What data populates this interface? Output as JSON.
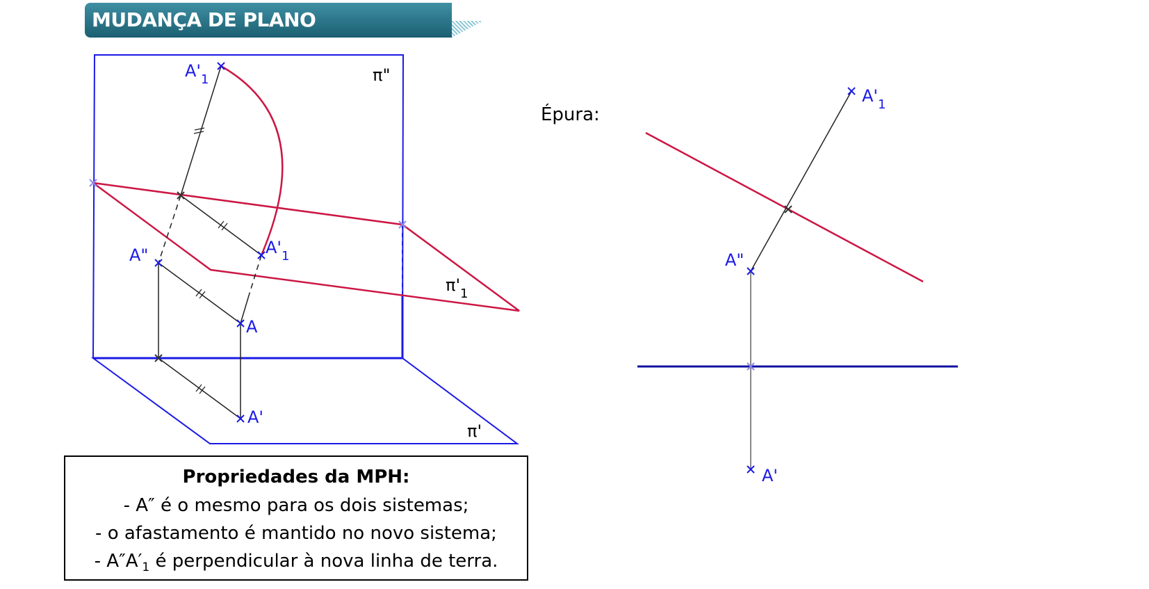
{
  "header": {
    "title": "MUDANÇA DE PLANO HORIZONTAL"
  },
  "diagram": {
    "labels": {
      "pi_vertical": "π\"",
      "pi_horizontal": "π'",
      "pi_new_main": "π'",
      "pi_new_sub": "1",
      "point_A": "A",
      "point_A_vert": "A\"",
      "point_A_horiz": "A'",
      "point_A1_top_main": "A'",
      "point_A1_top_sub": "1",
      "point_A1_mid_main": "A'",
      "point_A1_mid_sub": "1"
    }
  },
  "epura": {
    "label": "Épura:",
    "labels": {
      "point_A1_main": "A'",
      "point_A1_sub": "1",
      "point_A_vert": "A\"",
      "point_A_horiz": "A'"
    }
  },
  "properties": {
    "heading": "Propriedades da MPH:",
    "line1": "- A″ é o mesmo para os dois sistemas;",
    "line2": "- o afastamento é mantido no novo sistema;",
    "line3_prefix": "- A″A′",
    "line3_sub": "1",
    "line3_suffix": " é perpendicular à nova linha de terra."
  },
  "colors": {
    "blue": "#1a1ae6",
    "red": "#cc1744",
    "dark": "#222222",
    "header": "#1c5f72"
  }
}
